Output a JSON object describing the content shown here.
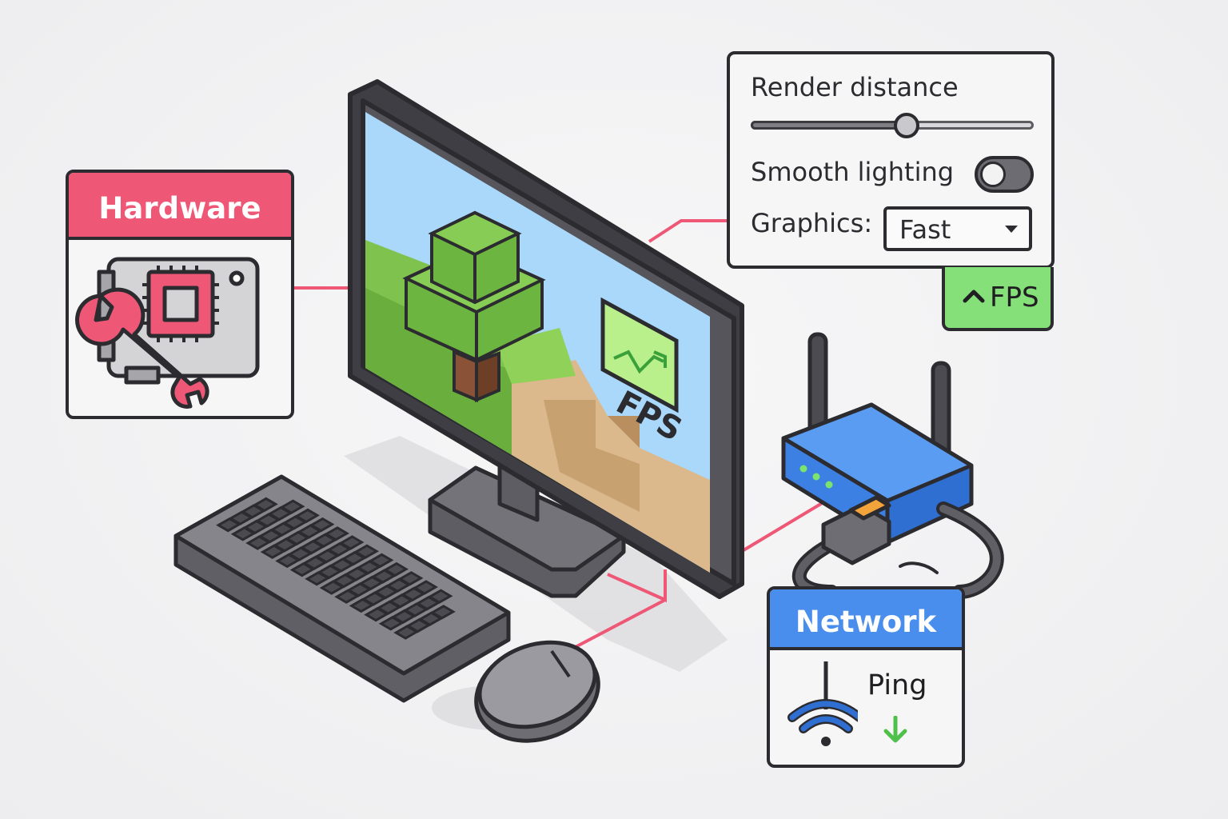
{
  "hardware": {
    "title": "Hardware",
    "icon": "gpu-card-with-wrench-icon",
    "accent": "#ee5776"
  },
  "settings": {
    "render_distance_label": "Render distance",
    "render_distance_value": 0.55,
    "smooth_lighting_label": "Smooth lighting",
    "smooth_lighting_on": false,
    "graphics_label": "Graphics:",
    "graphics_value": "Fast"
  },
  "fps_tag": {
    "label": "FPS",
    "icon": "chevron-up-icon",
    "color": "#85e07a"
  },
  "monitor": {
    "screen_label": "FPS",
    "screen_icon": "fps-graph-icon"
  },
  "network": {
    "title": "Network",
    "ping_label": "Ping",
    "icons": [
      "wifi-icon",
      "arrow-down-icon"
    ],
    "accent": "#4a8eed"
  },
  "colors": {
    "connector": "#ee5776",
    "outline": "#2c2c30",
    "router": "#4a8eed",
    "sky": "#a9d8fb",
    "grass": "#7fc24d",
    "dirt": "#dcb98c"
  }
}
